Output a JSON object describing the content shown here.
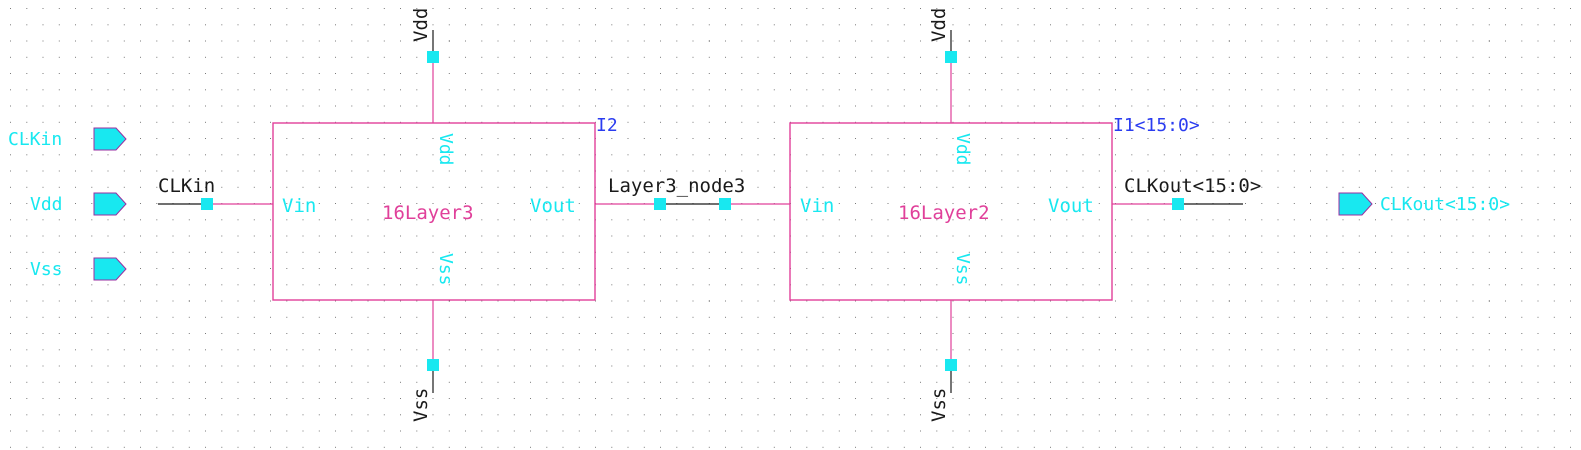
{
  "pins_left": [
    {
      "label": "CLKin"
    },
    {
      "label": "Vdd"
    },
    {
      "label": "Vss"
    }
  ],
  "pin_right": {
    "label": "CLKout<15:0>"
  },
  "instances": [
    {
      "name": "I2",
      "cell": "16Layer3",
      "ports": {
        "left": "Vin",
        "right": "Vout",
        "top": "Vdd",
        "bottom": "Vss"
      }
    },
    {
      "name": "I1<15:0>",
      "cell": "16Layer2",
      "ports": {
        "left": "Vin",
        "right": "Vout",
        "top": "Vdd",
        "bottom": "Vss"
      }
    }
  ],
  "nets": {
    "input": "CLKin",
    "middle": "Layer3_node3",
    "output": "CLKout<15:0>",
    "supply_top_1": "Vdd",
    "supply_top_2": "Vdd",
    "supply_bottom_1": "Vss",
    "supply_bottom_2": "Vss"
  },
  "colors": {
    "wire": "#e0409a",
    "pin": "#18e8f0",
    "net_label": "#1a1a1a",
    "instance_name": "#2a3cf0"
  }
}
